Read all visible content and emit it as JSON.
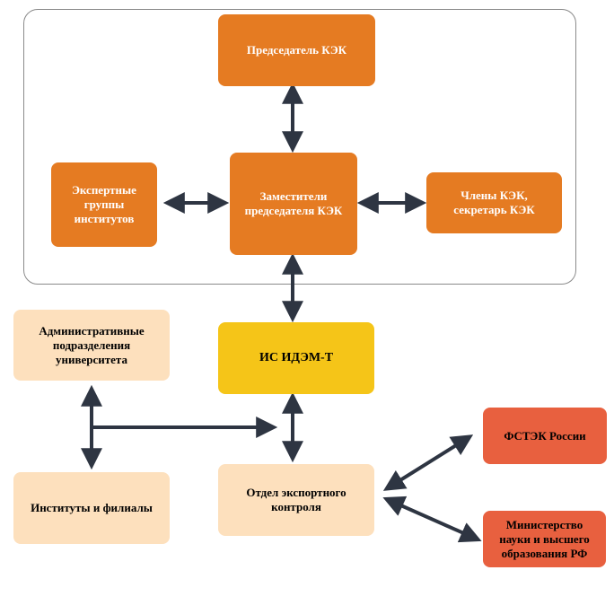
{
  "nodes": {
    "chairman": "Председатель КЭК",
    "deputies": "Заместители\nпредседателя КЭК",
    "expert_groups": "Экспертные\nгруппы\nинститутов",
    "members": "Члены КЭК,\nсекретарь КЭК",
    "is_idem": "ИС ИДЭМ-Т",
    "admin_units": "Административные\nподразделения\nуниверситета",
    "institutes": "Институты и филиалы",
    "export_dept": "Отдел экспортного\nконтроля",
    "fstek": "ФСТЭК России",
    "ministry": "Министерство\nнауки и высшего\nобразования РФ"
  },
  "colors": {
    "primary_orange": "#e57b22",
    "highlight_yellow": "#f5c518",
    "light_peach": "#fde0bd",
    "external_red": "#e8603f",
    "arrow": "#2e3542",
    "frame_border": "#8a8a8a"
  }
}
